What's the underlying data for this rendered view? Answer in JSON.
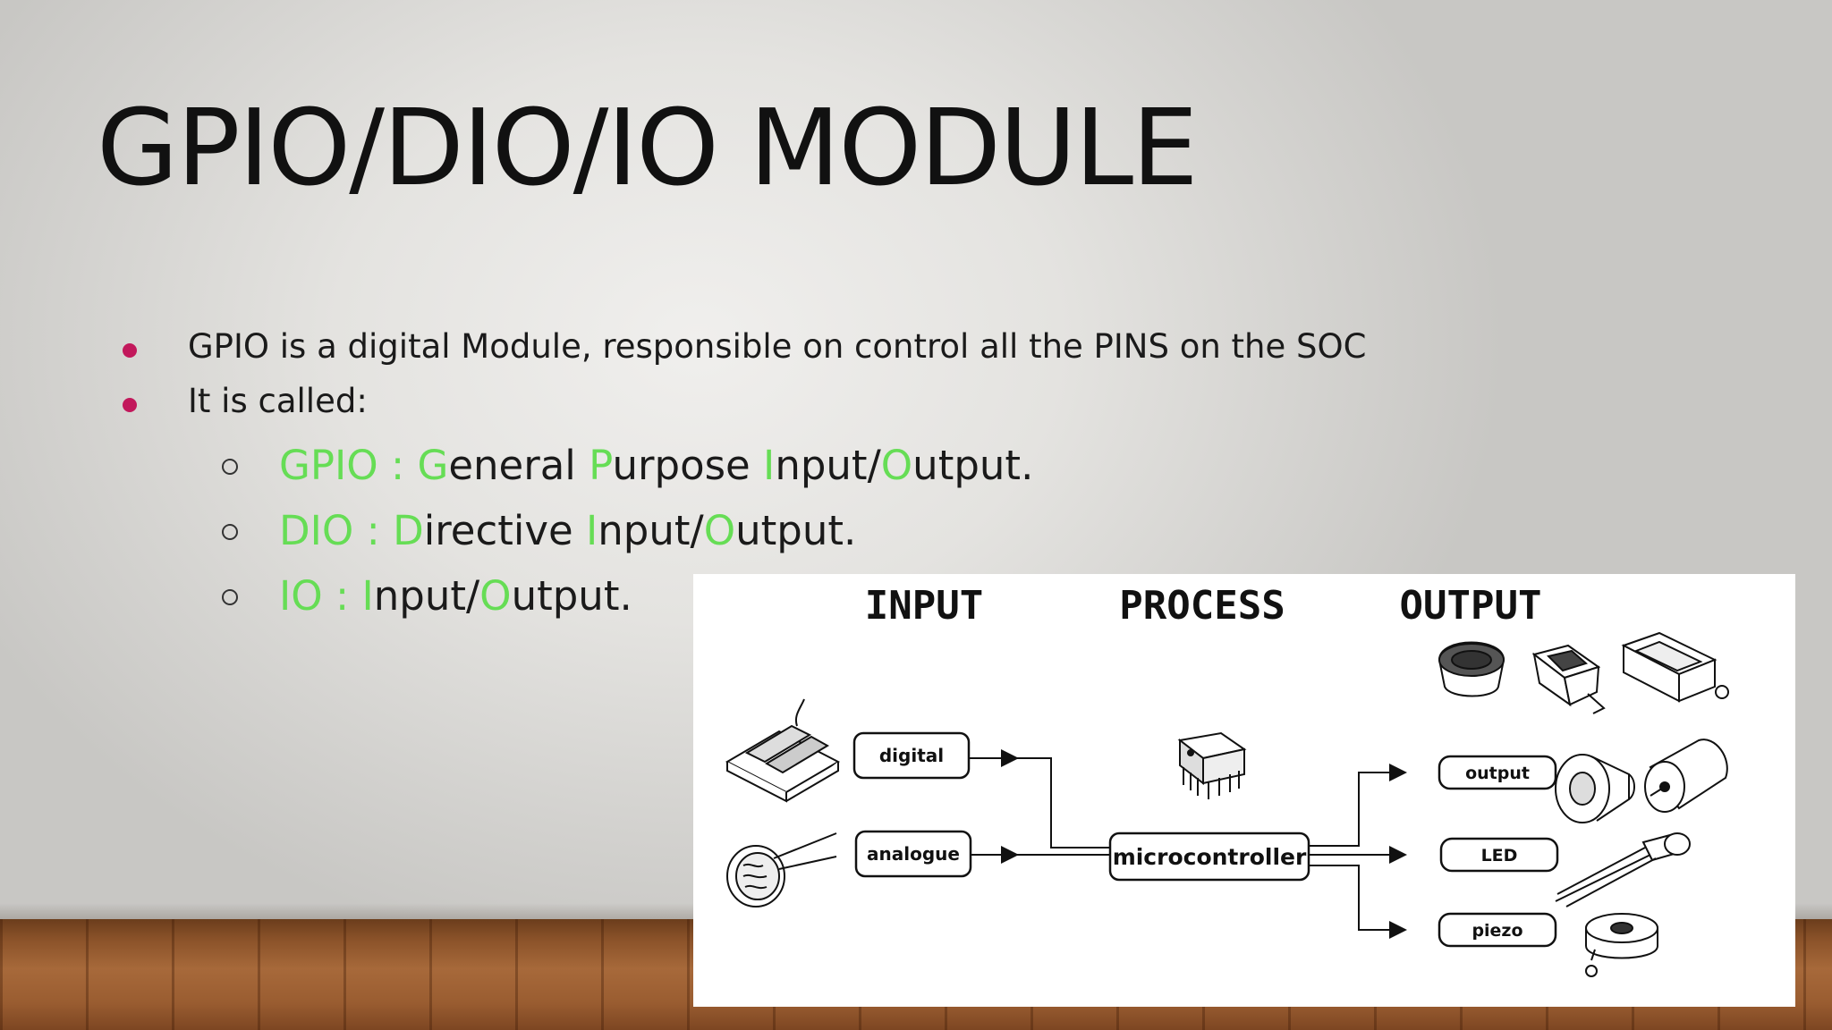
{
  "title": "GPIO/DIO/IO MODULE",
  "bullets": [
    "GPIO is a digital Module, responsible on control all the PINS on the SOC",
    "It is called:"
  ],
  "sub_items": [
    {
      "segments": [
        {
          "text": "GPIO : G",
          "color": "green"
        },
        {
          "text": "eneral ",
          "color": "dark"
        },
        {
          "text": "P",
          "color": "green"
        },
        {
          "text": "urpose ",
          "color": "dark"
        },
        {
          "text": "I",
          "color": "green"
        },
        {
          "text": "nput/",
          "color": "dark"
        },
        {
          "text": "O",
          "color": "green"
        },
        {
          "text": "utput.",
          "color": "dark"
        }
      ]
    },
    {
      "segments": [
        {
          "text": "DIO : D",
          "color": "green"
        },
        {
          "text": "irective ",
          "color": "dark"
        },
        {
          "text": "I",
          "color": "green"
        },
        {
          "text": "nput/",
          "color": "dark"
        },
        {
          "text": "O",
          "color": "green"
        },
        {
          "text": "utput.",
          "color": "dark"
        }
      ]
    },
    {
      "segments": [
        {
          "text": "IO : I",
          "color": "green"
        },
        {
          "text": "nput/",
          "color": "dark"
        },
        {
          "text": "O",
          "color": "green"
        },
        {
          "text": "utput.",
          "color": "dark"
        }
      ]
    }
  ],
  "colors": {
    "accent_bullet": "#c2185b",
    "highlight_green": "#66dd55",
    "text_dark": "#1a1a1a"
  },
  "diagram": {
    "headers": {
      "input": "INPUT",
      "process": "PROCESS",
      "output": "OUTPUT"
    },
    "inputs": [
      "digital",
      "analogue"
    ],
    "process": "microcontroller",
    "outputs": [
      "output",
      "LED",
      "piezo"
    ],
    "icons": {
      "digital_input": "switch-icon",
      "analogue_input": "photoresistor-icon",
      "process": "ic-chip-icon",
      "output": [
        "speaker-icon",
        "buzzer-icon",
        "solenoid-icon",
        "horn-icon",
        "motor-icon"
      ],
      "led": "led-icon",
      "piezo": "piezo-icon"
    }
  }
}
